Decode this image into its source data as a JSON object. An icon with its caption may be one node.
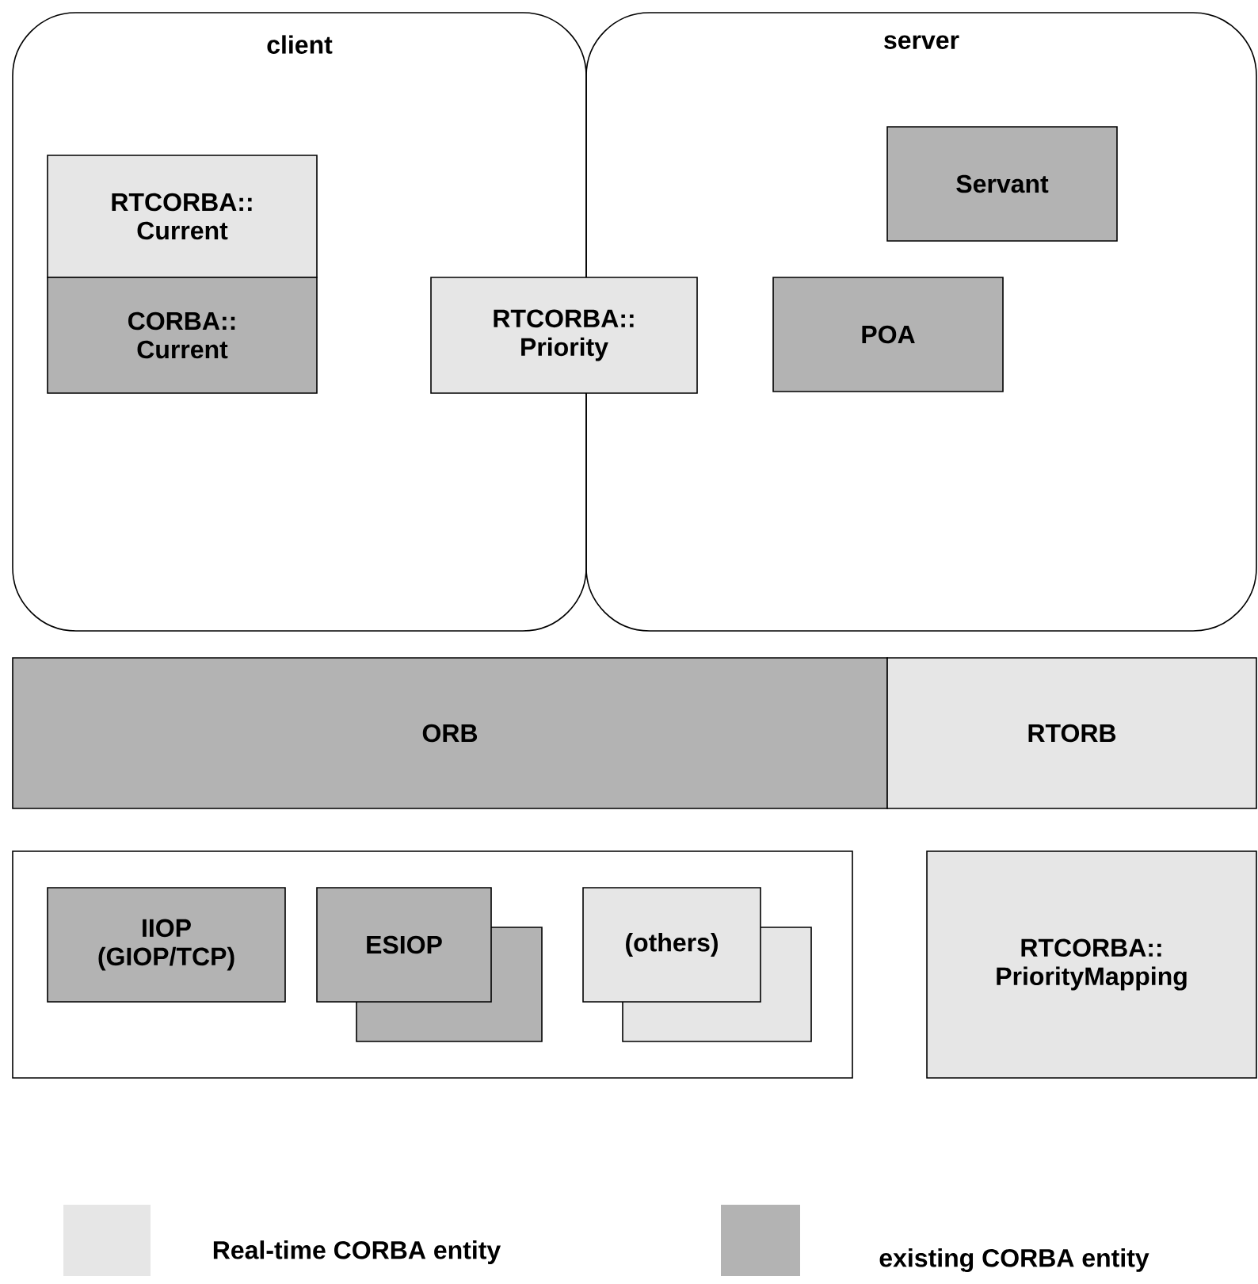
{
  "diagram": {
    "nodes": [
      {
        "text": [
          "client"
        ]
      },
      {
        "text": [
          "server"
        ]
      },
      {
        "text": [
          "RTCORBA:: Current"
        ],
        "in": 0
      },
      {
        "text": [
          "CORBA:: Current"
        ],
        "in": 0
      },
      {
        "text": [
          "RTCORBA:: Priority"
        ]
      },
      {
        "text": [
          "Servant"
        ],
        "in": 1
      },
      {
        "text": [
          "POA"
        ],
        "in": 1
      },
      {
        "text": [
          "ORB"
        ]
      },
      {
        "text": [
          "RTORB"
        ]
      },
      {
        "text": [],
        "shape": "box"
      },
      {
        "text": [
          "IIOP (GIOP/TCP)"
        ],
        "in": 9
      },
      {
        "text": [
          "ESIOP"
        ],
        "in": 9
      },
      {
        "text": [
          "(others)"
        ],
        "in": 9
      },
      {
        "text": [
          "RTCORBA:: PriorityMapping"
        ]
      }
    ],
    "legend": [
      {
        "text": "Real-time CORBA entity",
        "color": "#e6e6e6"
      },
      {
        "text": "existing CORBA entity",
        "color": "#b3b3b3"
      }
    ]
  }
}
